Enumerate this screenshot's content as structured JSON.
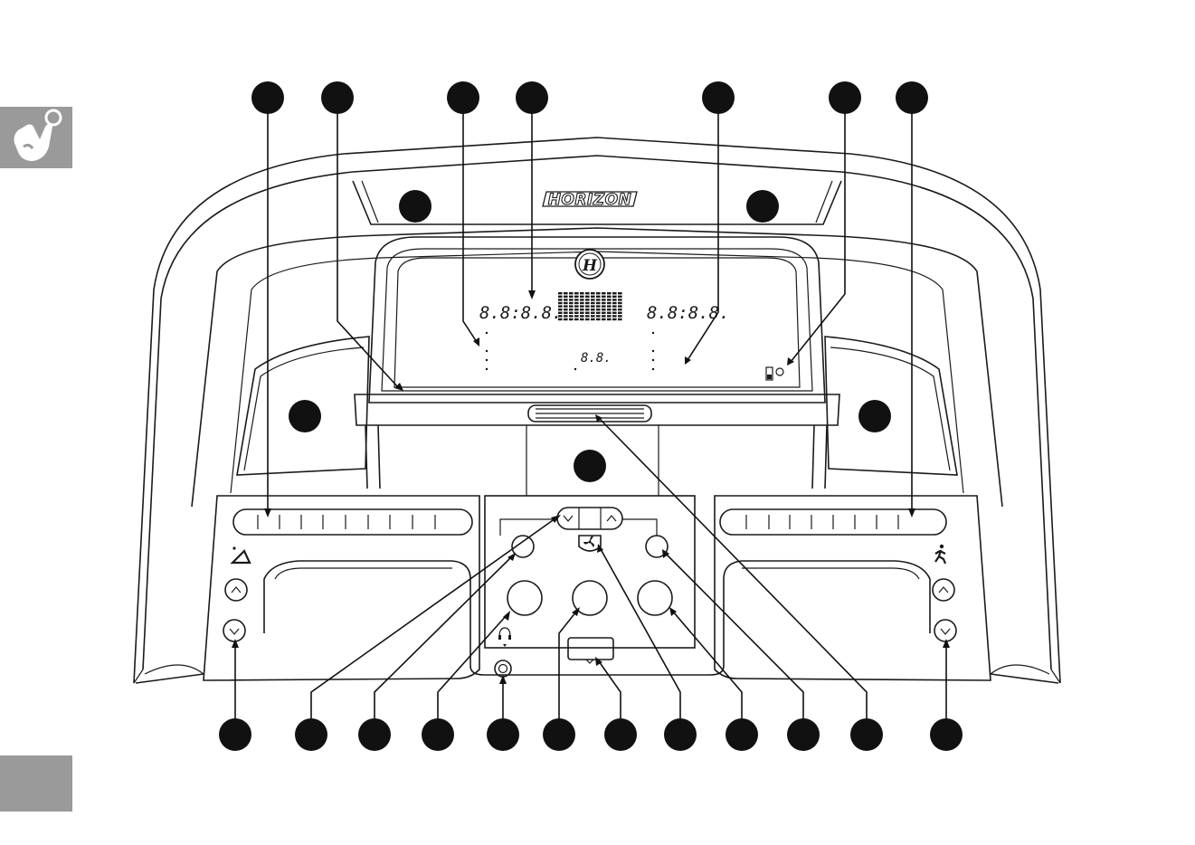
{
  "brand": {
    "wordmark": "HORIZON",
    "logo_letters": "H"
  },
  "display": {
    "left_readout": "8.8:8.8.",
    "right_readout": "8.8:8.8.",
    "center_readout": "8.8."
  },
  "colors": {
    "line": "#1a1a1a",
    "callout_fill": "#111111",
    "side_tab": "#9a9a9a"
  },
  "icons": [
    "pointer-hand-icon",
    "incline-icon",
    "runner-icon",
    "fan-icon",
    "headphone-icon",
    "chevron-up-icon",
    "chevron-down-icon"
  ]
}
